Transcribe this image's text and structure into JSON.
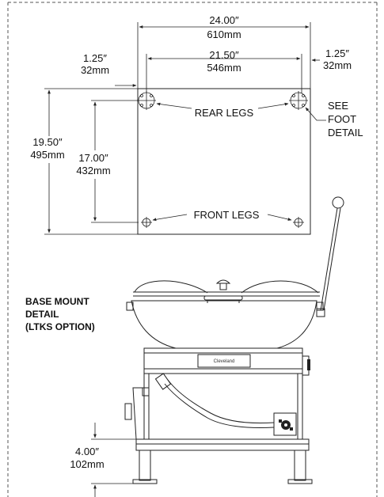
{
  "dimensions": {
    "overall_width": {
      "in": "24.00″",
      "mm": "610mm"
    },
    "leg_span": {
      "in": "21.50″",
      "mm": "546mm"
    },
    "left_offset": {
      "in": "1.25″",
      "mm": "32mm"
    },
    "right_offset": {
      "in": "1.25″",
      "mm": "32mm"
    },
    "overall_depth": {
      "in": "19.50″",
      "mm": "495mm"
    },
    "leg_depth": {
      "in": "17.00″",
      "mm": "432mm"
    },
    "leg_height": {
      "in": "4.00″",
      "mm": "102mm"
    }
  },
  "labels": {
    "rear_legs": "REAR LEGS",
    "front_legs": "FRONT LEGS",
    "see_foot_detail": [
      "SEE",
      "FOOT",
      "DETAIL"
    ],
    "base_mount_detail": [
      "BASE MOUNT",
      "DETAIL",
      "(LTKS OPTION)"
    ],
    "brand": "Cleveland"
  }
}
